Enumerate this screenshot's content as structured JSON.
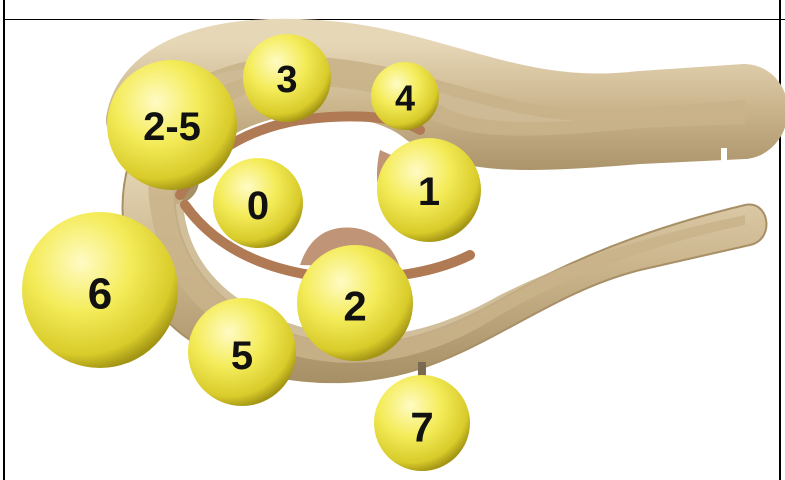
{
  "diagram": {
    "colors": {
      "tube": "#c9b38a",
      "tube_dark": "#a89066",
      "tube_highlight": "#e2d2b0",
      "lumen_wall": "#b07a55",
      "sphere_fill": "#f4ec5a",
      "sphere_light": "#fffbb0",
      "sphere_edge": "#b7a71c",
      "label": "#111111"
    },
    "nodes": [
      {
        "id": "n25",
        "label": "2-5"
      },
      {
        "id": "n3",
        "label": "3"
      },
      {
        "id": "n4",
        "label": "4"
      },
      {
        "id": "n0",
        "label": "0"
      },
      {
        "id": "n1",
        "label": "1"
      },
      {
        "id": "n6",
        "label": "6"
      },
      {
        "id": "n2",
        "label": "2"
      },
      {
        "id": "n5",
        "label": "5"
      },
      {
        "id": "n7",
        "label": "7"
      }
    ]
  }
}
